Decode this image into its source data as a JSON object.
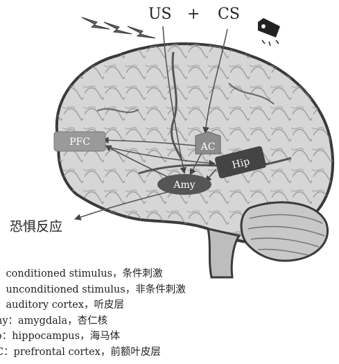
{
  "labels": {
    "us": "US",
    "plus": "+",
    "cs": "CS",
    "fear_response": "恐惧反应"
  },
  "regions": {
    "pfc": "PFC",
    "ac": "AC",
    "hip": "Hip",
    "amy": "Amy"
  },
  "legend": [
    "：conditioned stimulus，条件刺激",
    "：unconditioned stimulus，非条件刺激",
    "：auditory cortex，听皮层",
    "ny：amygdala，杏仁核",
    "o：hippocampus，海马体",
    "C：prefrontal cortex，前额叶皮层"
  ],
  "colors": {
    "brain_fill": "#d6d6d6",
    "brain_outline": "#3a3a3a",
    "pfc_box": "#9a9a9a",
    "ac_box": "#8c8c8c",
    "hip_box": "#444444",
    "amy_ellipse": "#555555",
    "arrow": "#555555"
  },
  "icons": {
    "lightning": "lightning-bolt-icon",
    "speaker": "speaker-icon"
  }
}
